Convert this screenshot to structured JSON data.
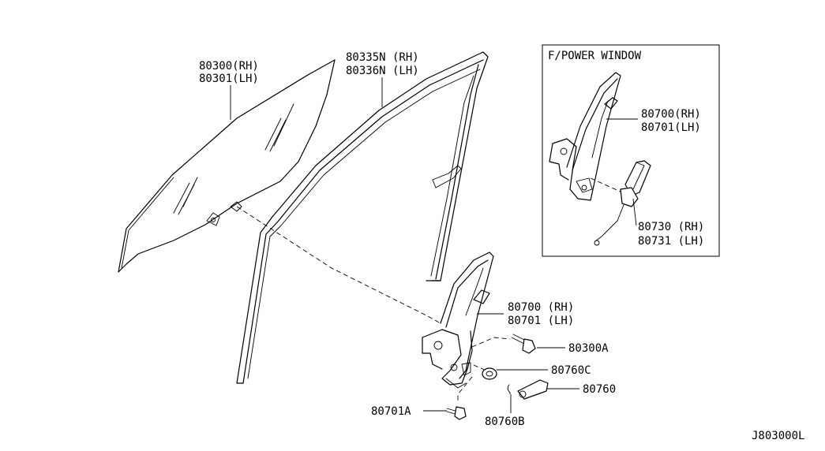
{
  "diagram_code": "J803000L",
  "inset": {
    "title": "F/POWER WINDOW",
    "labels": {
      "regulator_rh": "80700(RH)",
      "regulator_lh": "80701(LH)",
      "motor_rh": "80730 (RH)",
      "motor_lh": "80731 (LH)"
    }
  },
  "labels": {
    "glass_rh": "80300(RH)",
    "glass_lh": "80301(LH)",
    "sash_rh": "80335N (RH)",
    "sash_lh": "80336N (LH)",
    "regulator_rh": "80700 (RH)",
    "regulator_lh": "80701 (LH)",
    "bolt_glass": "80300A",
    "spacer": "80760C",
    "handle": "80760",
    "bolt_regulator": "80701A",
    "clip": "80760B"
  }
}
